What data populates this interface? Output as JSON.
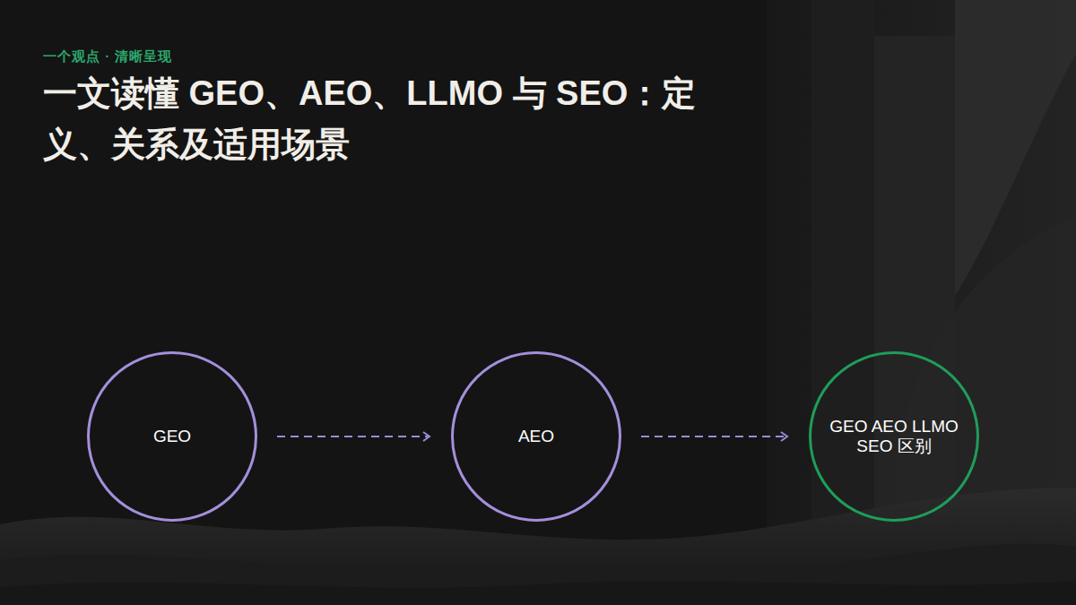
{
  "diagram": {
    "title": "一文读懂 GEO、AEO、LLMO 与 SEO：定义、关系及适用场景",
    "nodes": [
      {
        "text": [
          "GEO"
        ]
      },
      {
        "text": [
          "AEO"
        ]
      },
      {
        "text": [
          "GEO AEO LLMO SEO 区别"
        ]
      }
    ],
    "edges": [
      {
        "from": 0,
        "to": 1,
        "arrow": "to"
      },
      {
        "from": 1,
        "to": 2,
        "arrow": "to"
      }
    ],
    "labels": [
      "一个观点 · 清晰呈现"
    ]
  }
}
